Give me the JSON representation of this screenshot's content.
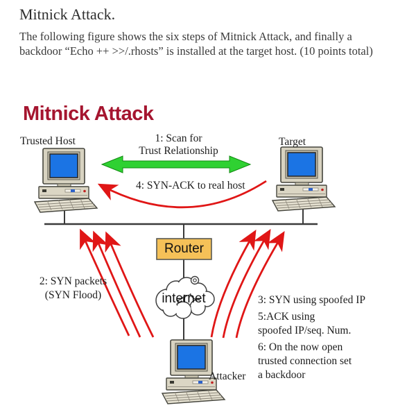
{
  "document": {
    "title": "Mitnick Attack.",
    "body": "The following figure shows the six steps of Mitnick Attack, and finally a backdoor “Echo ++ >>/.rhosts” is installed at the target host. (10 points total)"
  },
  "diagram": {
    "title": "Mitnick Attack",
    "nodes": {
      "trusted_host": "Trusted Host",
      "target": "Target",
      "router": "Router",
      "internet": "internet",
      "attacker": "Attacker"
    },
    "steps": {
      "step1": "1: Scan for\nTrust Relationship",
      "step2": "2: SYN packets\n(SYN Flood)",
      "step3": "3: SYN using spoofed IP",
      "step4": "4: SYN-ACK to real host",
      "step5": "5:ACK using\nspoofed IP/seq. Num.",
      "step6": "6: On the now open\ntrusted connection set\na backdoor"
    },
    "colors": {
      "title_red": "#A5152F",
      "arrow_red": "#E01616",
      "arrow_green": "#2FD132",
      "router_fill": "#F5C158",
      "screen_blue": "#1B74E4"
    }
  }
}
